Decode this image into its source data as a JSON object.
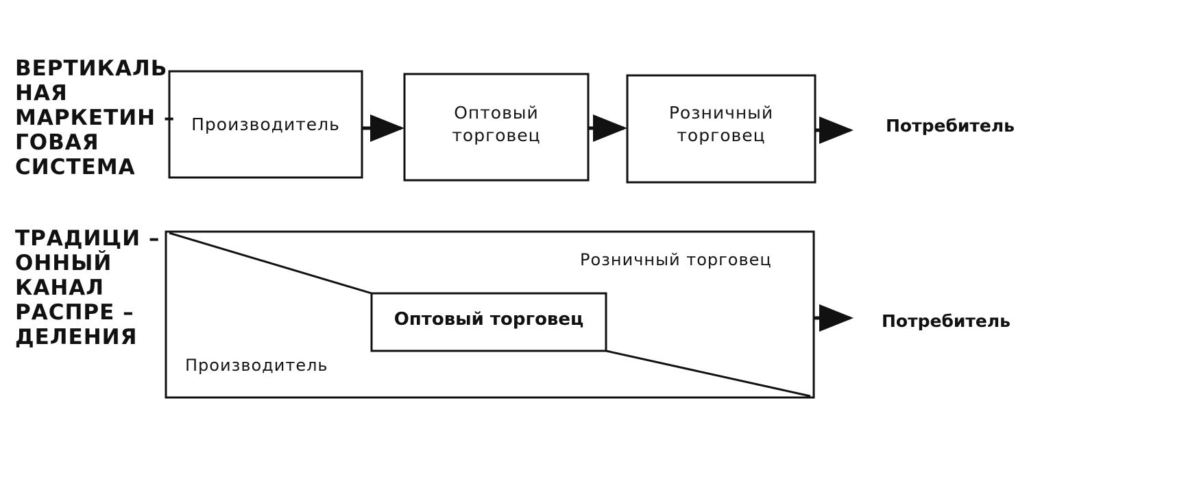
{
  "vertical_section": {
    "label_lines": [
      "ВЕРТИКАЛЬ",
      "НАЯ",
      "МАРКЕТИН –",
      "ГОВАЯ",
      "СИСТЕМА"
    ],
    "producer": "Производитель",
    "wholesaler_lines": [
      "Оптовый",
      "торговец"
    ],
    "retailer_lines": [
      "Розничный",
      "торговец"
    ],
    "consumer": "Потребитель"
  },
  "traditional_section": {
    "label_lines": [
      "ТРАДИЦИ –",
      "ОННЫЙ",
      "КАНАЛ",
      "РАСПРЕ –",
      "ДЕЛЕНИЯ"
    ],
    "retailer": "Розничный торговец",
    "wholesaler": "Оптовый торговец",
    "producer": "Производитель",
    "consumer": "Потребитель"
  },
  "colors": {
    "line": "#111111",
    "background": "#ffffff"
  }
}
